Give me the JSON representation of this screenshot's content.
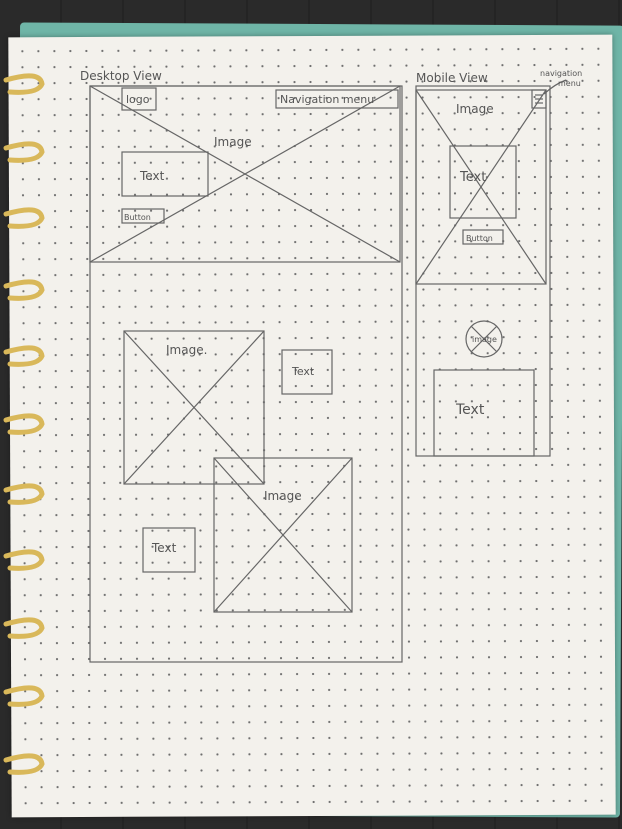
{
  "desktop": {
    "title": "Desktop View",
    "logo": "logo",
    "nav": "Navigation menu",
    "hero_image": "Image",
    "hero_text": "Text",
    "button": "Button",
    "image1": "Image.",
    "text1": "Text",
    "image2": "Image",
    "text2": "Text"
  },
  "mobile": {
    "title": "Mobile View",
    "nav_note_1": "navigation",
    "nav_note_2": "menu",
    "hero_image": "Image",
    "hero_text": "Text",
    "button": "Button",
    "small_image": "image",
    "text": "Text"
  },
  "colors": {
    "paper": "#f3f1ec",
    "pencil": "#555555",
    "teal_cover": "#6fb5a7",
    "ring_gold": "#d9b85a"
  }
}
